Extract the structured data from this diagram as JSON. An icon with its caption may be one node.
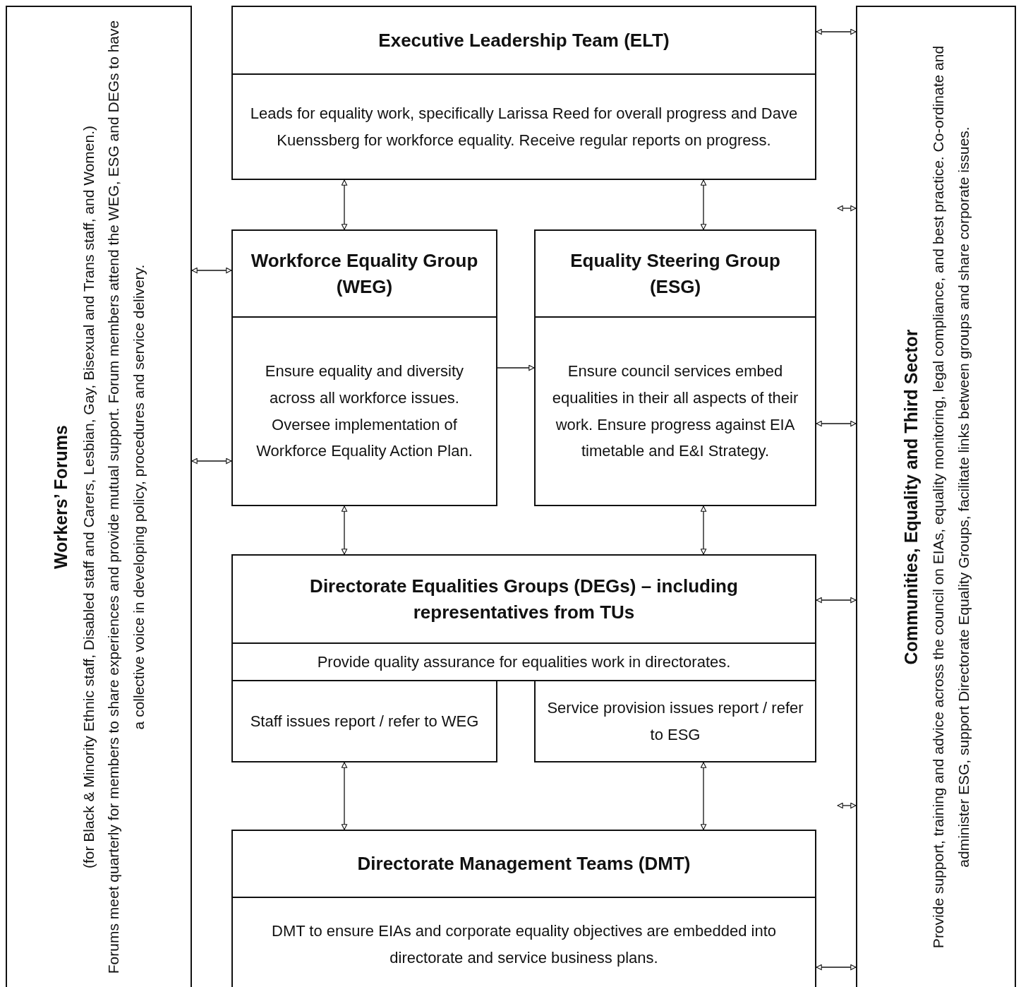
{
  "diagram": {
    "nodes": [
      {
        "text": [
          "Workers’ Forums",
          "(for Black & Minority Ethnic staff, Disabled staff and Carers, Lesbian, Gay, Bisexual and Trans staff, and Women.)",
          "Forums meet quarterly for members to share experiences and provide mutual support. Forum members attend the WEG, ESG and DEGs to have a collective voice in developing policy, procedures and service delivery."
        ]
      },
      {
        "text": [
          "Executive Leadership Team (ELT)",
          "Leads for equality work, specifically Larissa Reed for overall progress and Dave Kuenssberg for workforce equality. Receive regular reports on progress."
        ]
      },
      {
        "text": [
          "Workforce Equality Group (WEG)",
          "Ensure equality and diversity across all workforce issues. Oversee implementation of Workforce Equality Action Plan."
        ]
      },
      {
        "text": [
          "Equality Steering Group (ESG)",
          "Ensure council services embed equalities in their all aspects of their work. Ensure progress against EIA timetable and E&I Strategy."
        ]
      },
      {
        "text": [
          "Directorate Equalities Groups (DEGs) – including representatives from TUs",
          "Provide quality assurance for equalities work in directorates."
        ]
      },
      {
        "text": [
          "Staff issues report / refer to WEG"
        ]
      },
      {
        "text": [
          "Service provision issues report / refer to ESG"
        ]
      },
      {
        "text": [
          "Directorate Management Teams (DMT)",
          "DMT to ensure EIAs and corporate equality objectives are embedded into directorate and service business plans."
        ]
      },
      {
        "text": [
          "Communities, Equality and Third Sector",
          "Provide support, training and advice across the council on EIAs, equality monitoring, legal compliance, and best practice. Co-ordinate and administer ESG, support Directorate Equality Groups, facilitate links between groups and share corporate issues."
        ]
      }
    ],
    "edges": [
      {
        "from": 1,
        "to": 2,
        "arrow": "both"
      },
      {
        "from": 1,
        "to": 3,
        "arrow": "both"
      },
      {
        "from": 2,
        "to": 3,
        "arrow": "to"
      },
      {
        "from": 2,
        "to": 4,
        "arrow": "both"
      },
      {
        "from": 3,
        "to": 4,
        "arrow": "both"
      },
      {
        "from": 5,
        "to": 7,
        "arrow": "both"
      },
      {
        "from": 6,
        "to": 7,
        "arrow": "both"
      },
      {
        "from": 0,
        "to": 2,
        "arrow": "both"
      },
      {
        "from": 0,
        "to": 2,
        "arrow": "both"
      },
      {
        "from": 1,
        "to": 8,
        "arrow": "both"
      },
      {
        "from": null,
        "to": 8,
        "arrow": "both"
      },
      {
        "from": 3,
        "to": 8,
        "arrow": "both"
      },
      {
        "from": 4,
        "to": 8,
        "arrow": "both"
      },
      {
        "from": null,
        "to": 8,
        "arrow": "both"
      },
      {
        "from": 7,
        "to": 8,
        "arrow": "both"
      }
    ]
  }
}
